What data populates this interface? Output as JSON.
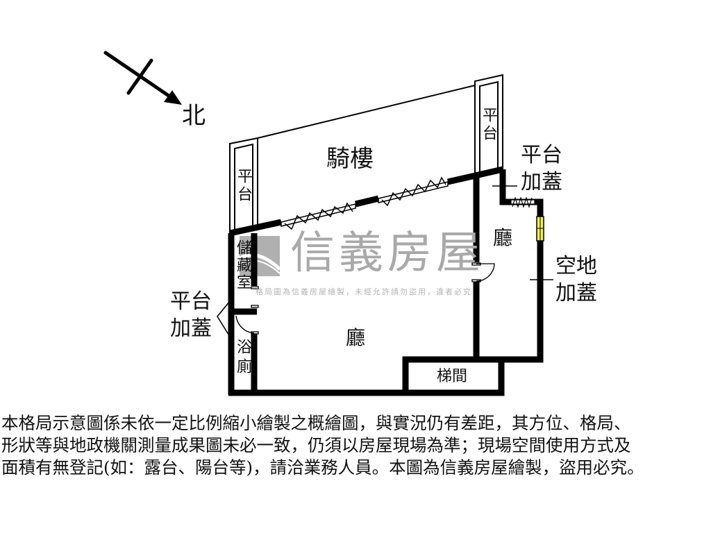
{
  "compass": {
    "label": "北",
    "direction": "north-southeast-arrow"
  },
  "watermark": {
    "brand": "信義房屋",
    "notice": "格局圖為信義房屋繪製，未經允許請勿盜用，違者必究"
  },
  "rooms": {
    "arcade": "騎樓",
    "platform_left": "平台",
    "platform_right": "平台",
    "storage": "儲藏室",
    "bathroom": "浴廁",
    "living_main": "廳",
    "living_side": "廳",
    "stairwell": "梯間"
  },
  "annotations": {
    "platform_addition_top": [
      "平台",
      "加蓋"
    ],
    "vacant_land_addition": [
      "空地",
      "加蓋"
    ],
    "platform_addition_left": [
      "平台",
      "加蓋"
    ]
  },
  "colors": {
    "wall": "#000000",
    "window_highlight": "#f2ef5a",
    "watermark": "#a9a9a9"
  },
  "disclaimer": {
    "lines": [
      "本格局示意圖係未依一定比例縮小繪製之概繪圖，與實況仍有差距，其方位、格局、",
      "形狀等與地政機關測量成果圖未必一致，仍須以房屋現場為準；現場空間使用方式及",
      "面積有無登記(如：露台、陽台等)，請洽業務人員。本圖為信義房屋繪製，盜用必究。"
    ]
  }
}
